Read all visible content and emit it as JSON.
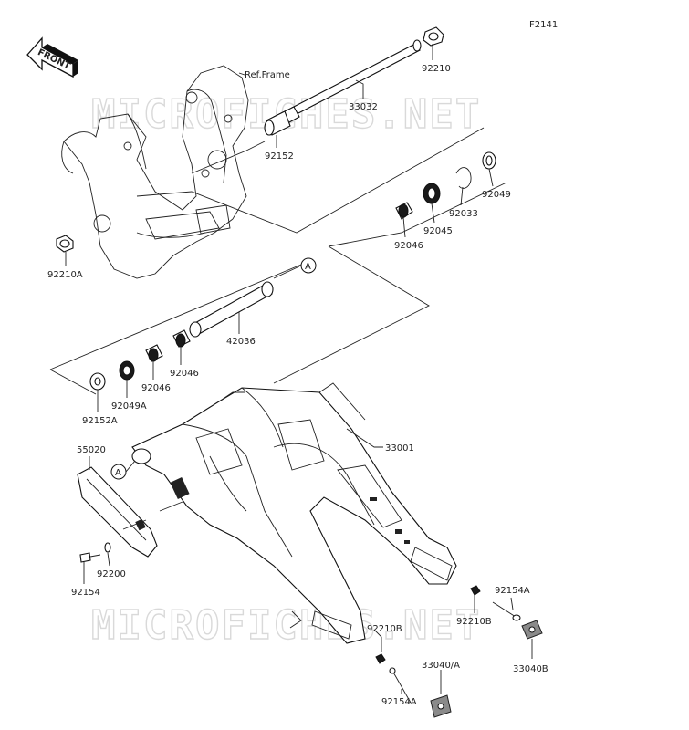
{
  "figure_code": "F2141",
  "watermark": "MICROFICHES.NET",
  "front_label": "FRONT",
  "ref_frame_label": "Ref.Frame",
  "callout_marker": "A",
  "parts": [
    {
      "id": "p-92210-top",
      "number": "92210"
    },
    {
      "id": "p-33032",
      "number": "33032"
    },
    {
      "id": "p-92152",
      "number": "92152"
    },
    {
      "id": "p-92210a",
      "number": "92210A"
    },
    {
      "id": "p-92049",
      "number": "92049"
    },
    {
      "id": "p-92033",
      "number": "92033"
    },
    {
      "id": "p-92045",
      "number": "92045"
    },
    {
      "id": "p-92046-right",
      "number": "92046"
    },
    {
      "id": "p-42036",
      "number": "42036"
    },
    {
      "id": "p-92046-left1",
      "number": "92046"
    },
    {
      "id": "p-92046-left2",
      "number": "92046"
    },
    {
      "id": "p-92049a",
      "number": "92049A"
    },
    {
      "id": "p-92152a",
      "number": "92152A"
    },
    {
      "id": "p-33001",
      "number": "33001"
    },
    {
      "id": "p-55020",
      "number": "55020"
    },
    {
      "id": "p-92200",
      "number": "92200"
    },
    {
      "id": "p-92154",
      "number": "92154"
    },
    {
      "id": "p-92154a-right",
      "number": "92154A"
    },
    {
      "id": "p-92210b-right",
      "number": "92210B"
    },
    {
      "id": "p-33040b",
      "number": "33040B"
    },
    {
      "id": "p-92210b-left",
      "number": "92210B"
    },
    {
      "id": "p-33040a",
      "number": "33040/A"
    },
    {
      "id": "p-92154a-bottom",
      "number": "92154A"
    }
  ]
}
